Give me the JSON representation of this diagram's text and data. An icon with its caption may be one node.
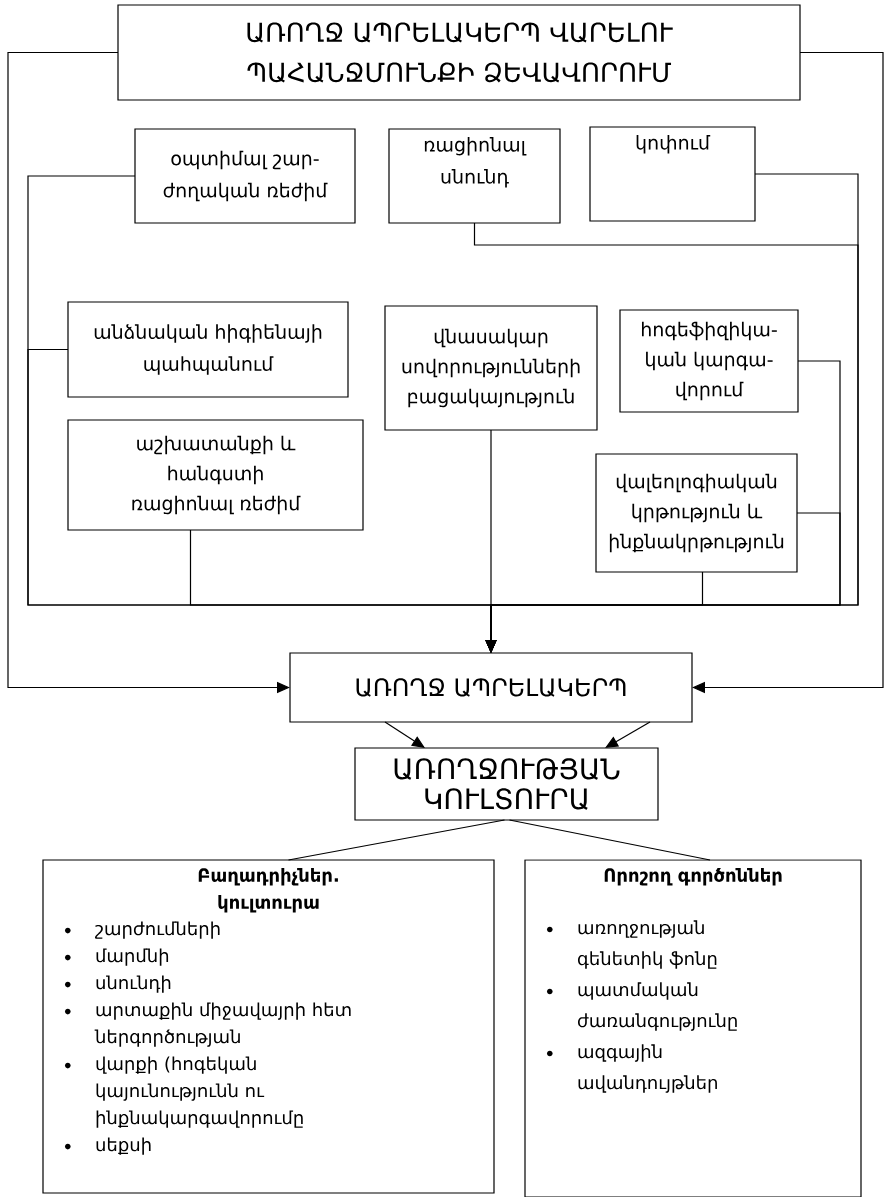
{
  "diagram": {
    "nodes": [
      {
        "text": [
          "ԱՌՈՂՋ ԱՊՐԵԼԱԿԵՐՊ ՎԱՐԵԼՈՒ ՊԱՀԱՆՋՄՈՒՆՔԻ ՁԵՎԱՎՈՐՈՒՄ"
        ]
      },
      {
        "text": [
          "օպտիմալ շար- ժողական ռեժիմ"
        ]
      },
      {
        "text": [
          "ռացիոնալ սնունդ"
        ]
      },
      {
        "text": [
          "կոփում"
        ]
      },
      {
        "text": [
          "անձնական հիգիենայի պահպանում"
        ]
      },
      {
        "text": [
          "վնասակար սովորությունների բացակայություն"
        ]
      },
      {
        "text": [
          "հոգեֆիզիկա- կան կարգա- վորում"
        ]
      },
      {
        "text": [
          "աշխատանքի և հանգստի ռացիոնալ ռեժիմ"
        ]
      },
      {
        "text": [
          "վալեոլոգիական կրթություն և ինքնակրթություն"
        ]
      },
      {
        "text": [
          "ԱՌՈՂՋ ԱՊՐԵԼԱԿԵՐՊ"
        ]
      },
      {
        "text": [
          "ԱՌՈՂՋՈՒԹՅԱՆ ԿՈՒԼՏՈՒՐԱ"
        ]
      },
      {
        "text": [
          "Բաղադրիչներ. կուլտուրա",
          "շարժումների",
          "մարմնի",
          "սնունդի",
          "արտաքին միջավայրի հետ ներգործության",
          "վարքի (հոգեկան կայունությունն ու ինքնակարգավորումը",
          "սեքսի"
        ]
      },
      {
        "text": [
          "Որոշող գործոններ",
          "առողջության գենետիկ ֆոնը",
          "պատմական ժառանգությունը",
          "ազգային ավանդույթներ"
        ]
      }
    ],
    "edges": [
      {
        "from": 0,
        "to": 9,
        "arrow": "to"
      },
      {
        "from": 0,
        "to": 9,
        "arrow": "to"
      },
      {
        "from": 1,
        "to": 9,
        "arrow": "to"
      },
      {
        "from": 2,
        "to": 9,
        "arrow": "to"
      },
      {
        "from": 3,
        "to": 9,
        "arrow": "to"
      },
      {
        "from": 4,
        "to": 9,
        "arrow": "to"
      },
      {
        "from": 5,
        "to": 9,
        "arrow": "to"
      },
      {
        "from": 6,
        "to": 9,
        "arrow": "to"
      },
      {
        "from": 7,
        "to": 9,
        "arrow": "to"
      },
      {
        "from": 8,
        "to": 9,
        "arrow": "to"
      },
      {
        "from": 8,
        "to": 9,
        "arrow": "to"
      },
      {
        "from": 9,
        "to": 10,
        "arrow": "to"
      },
      {
        "from": 9,
        "to": 10,
        "arrow": "to"
      },
      {
        "from": 10,
        "to": 11,
        "arrow": "none"
      },
      {
        "from": 10,
        "to": 12,
        "arrow": "none"
      }
    ]
  }
}
